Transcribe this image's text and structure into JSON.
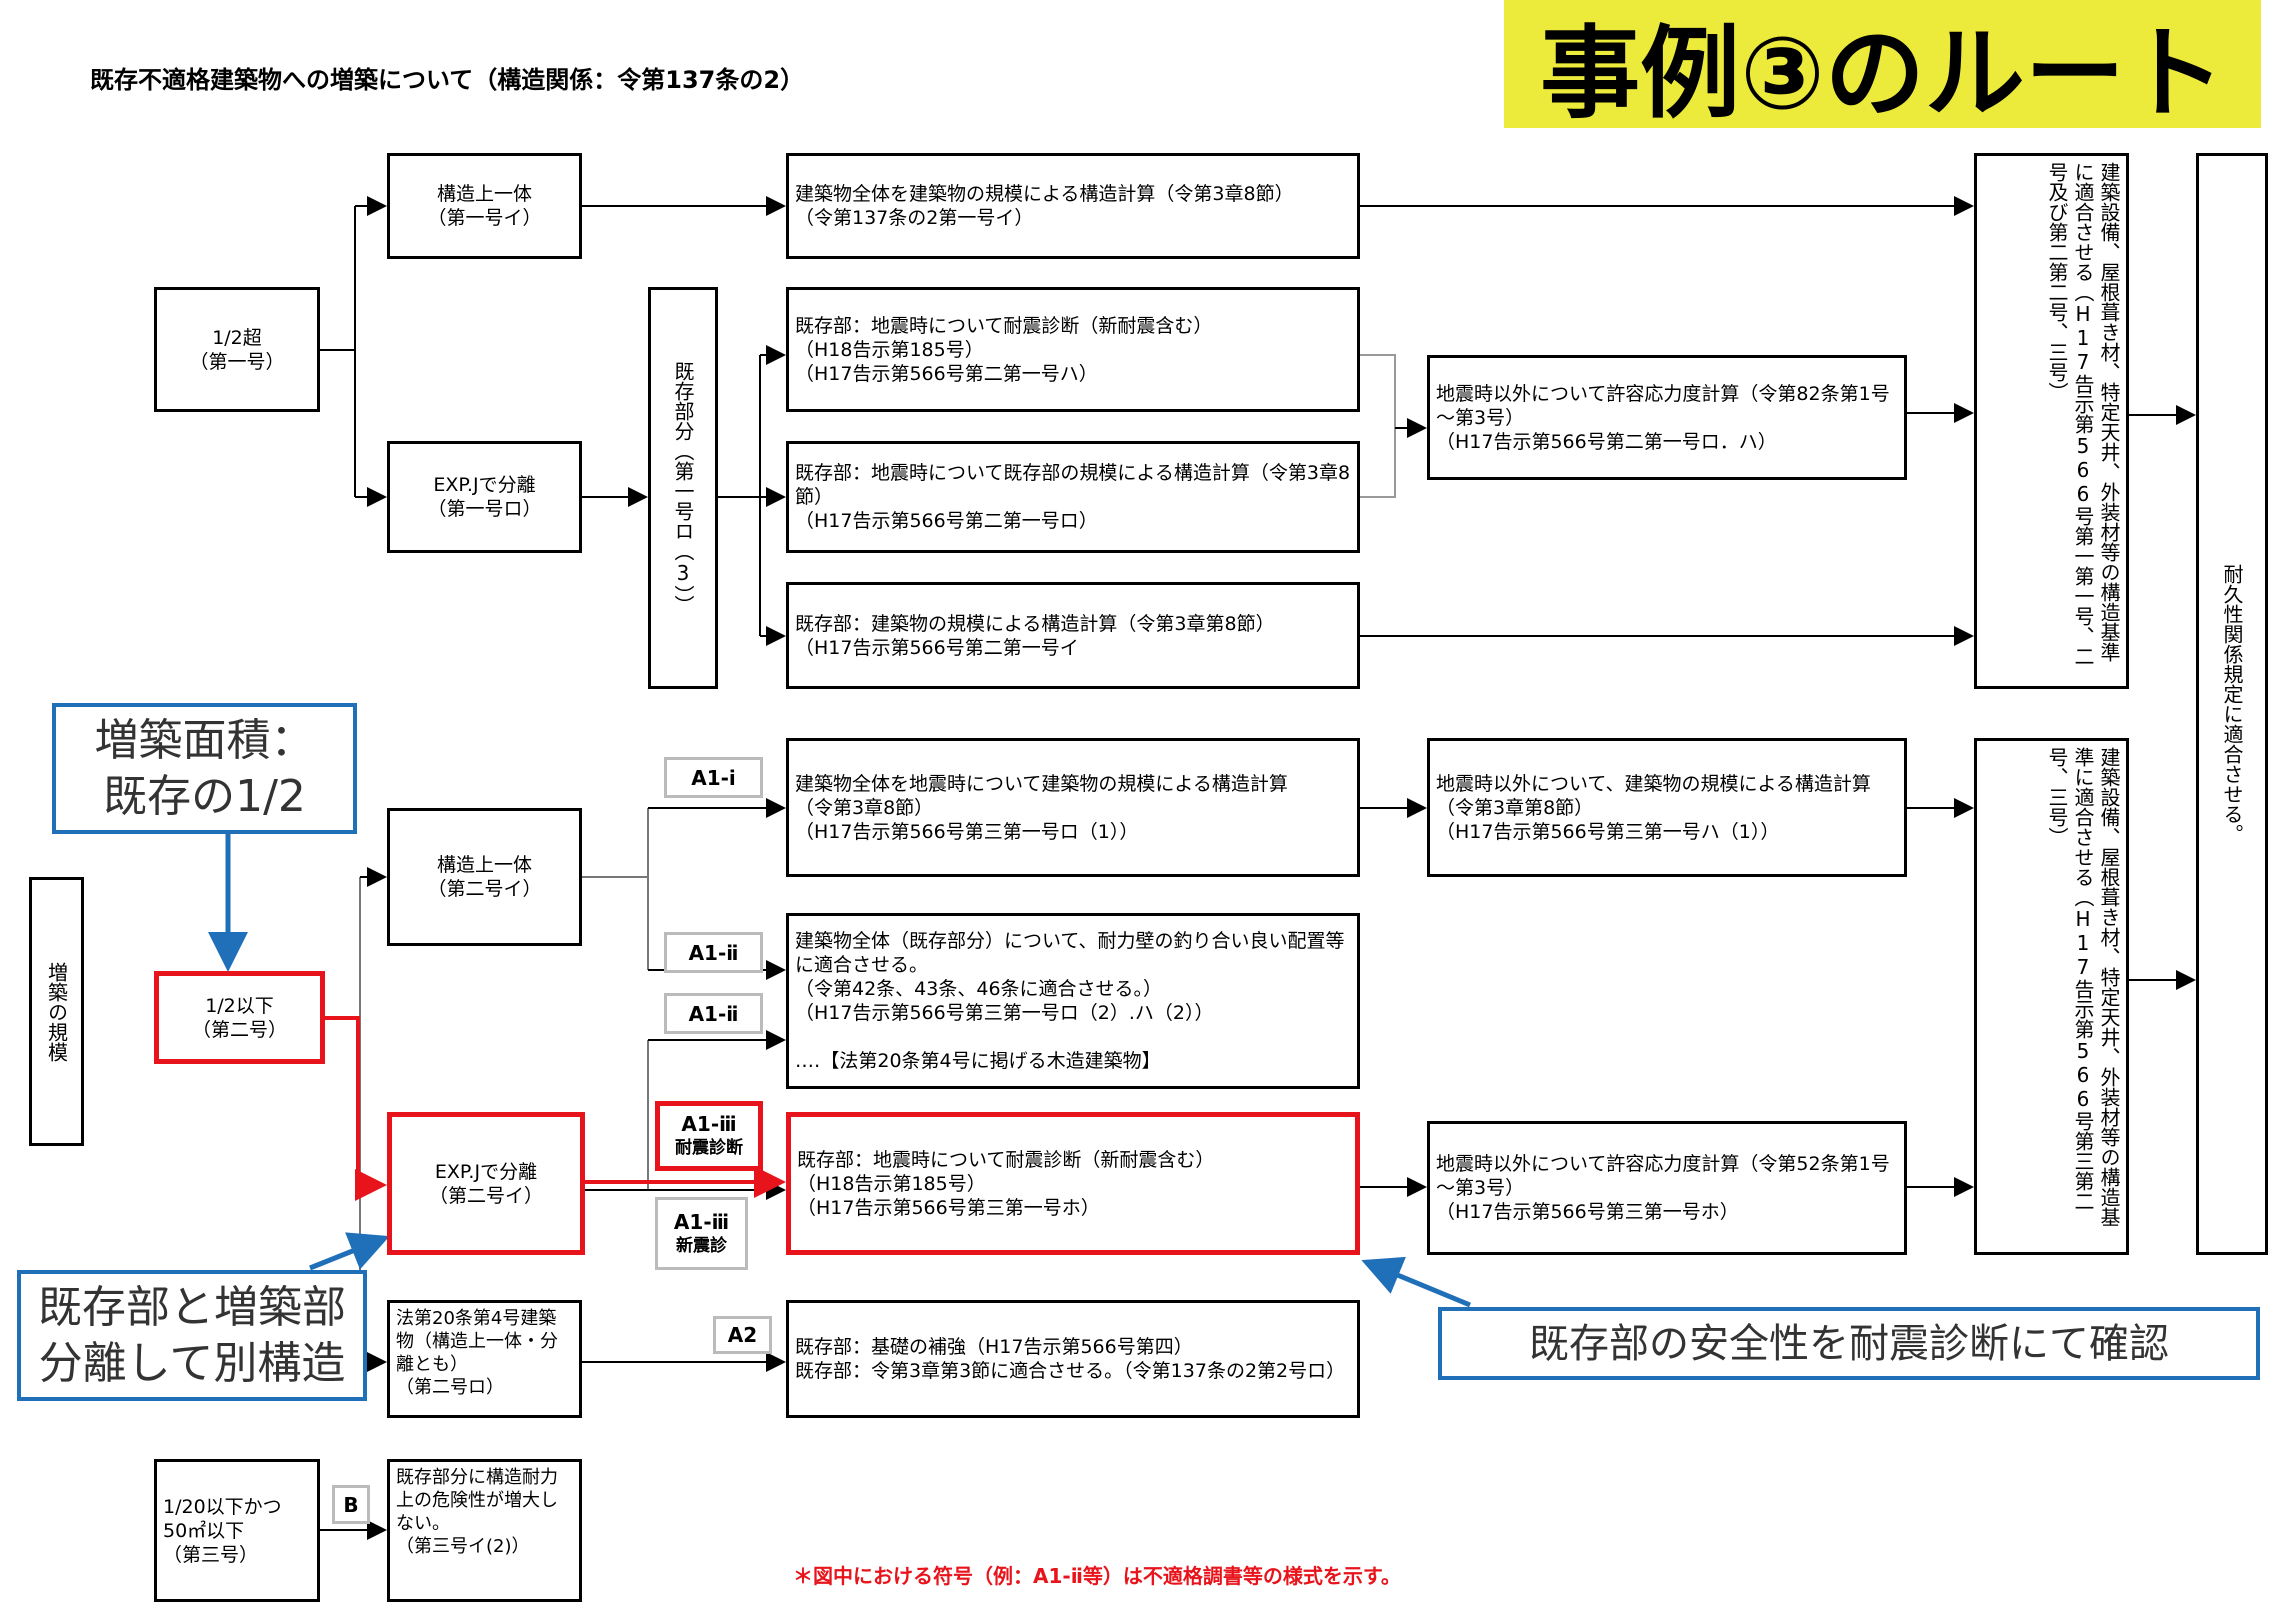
{
  "title": "既存不適格建築物への増築について（構造関係：令第137条の2）",
  "banner": {
    "text": "事例③のルート",
    "color": "#ecea3a"
  },
  "colors": {
    "highlight": "#e8141c",
    "callout": "#1f6fb9"
  },
  "left": {
    "scale_label": "増築の規模",
    "over_half": "1/2超\n（第一号）",
    "half_or_less": "1/2以下\n（第二号）",
    "small": "1/20以下かつ\n50㎡以下\n（第三号）"
  },
  "col2": {
    "integral1": "構造上一体\n（第一号イ）",
    "expj1": "EXP.Jで分離\n（第一号ロ）",
    "existing_part": "既存部分（第一号ロ（3））",
    "integral2": "構造上一体\n（第二号イ）",
    "expj2": "EXP.Jで分離\n（第二号イ）",
    "law20": "法第20条第4号建築物（構造上一体・分離とも）\n（第二号ロ）",
    "no_risk": "既存部分に構造耐力上の危険性が増大しない。\n（第三号イ(2)）"
  },
  "tags": {
    "a1i": "A1-ⅰ",
    "a1ii_1": "A1-ⅱ",
    "a1ii_2": "A1-ⅱ",
    "a1iii_a": "A1-ⅲ",
    "a1iii_a_sub": "耐震診断",
    "a1iii_b": "A1-ⅲ",
    "a1iii_b_sub": "新震診",
    "a2": "A2",
    "b": "B"
  },
  "col3": {
    "whole1": "建築物全体を建築物の規模による構造計算（令第3章8節）\n（令第137条の2第一号イ）",
    "diag1": "既存部：地震時について耐震診断（新耐震含む）\n（H18告示第185号）\n（H17告示第566号第二第一号ハ）",
    "scale_calc": "既存部：地震時について既存部の規模による構造計算（令第3章8節）\n（H17告示第566号第二第一号ロ）",
    "bldg_calc": "既存部：建築物の規模による構造計算（令第3章第8節）\n（H17告示第566号第二第一号イ",
    "whole2": "建築物全体を地震時について建築物の規模による構造計算\n（令第3章8節）\n（H17告示第566号第三第一号ロ（1））",
    "walls": "建築物全体（既存部分）について、耐力壁の釣り合い良い配置等に適合させる。\n（令第42条、43条、46条に適合させる。）\n（H17告示第566号第三第一号ロ（2）.ハ（2））\n\n‥‥【法第20条第4号に掲げる木造建築物】",
    "diag2": "既存部：地震時について耐震診断（新耐震含む）\n（H18告示第185号）\n（H17告示第566号第三第一号ホ）",
    "foundation": "既存部：基礎の補強（H17告示第566号第四）\n既存部：令第3章第3節に適合させる。（令第137条の2第2号ロ）"
  },
  "col4": {
    "allow82": "地震時以外について許容応力度計算（令第82条第1号～第3号）\n（H17告示第566号第二第一号ロ．ハ）",
    "scale_non_eq": "地震時以外について、建築物の規模による構造計算（令第3章第8節）\n（H17告示第566号第三第一号ハ（1））",
    "allow52": "地震時以外について許容応力度計算（令第52条第1号～第3号）\n（H17告示第566号第三第一号ホ）"
  },
  "col5": {
    "equip1": "建築設備、屋根葺き材、特定天井、外装材等の構造基準に適合させる（H17告示第566号第一第一号、二号及び第二第二号、三号）",
    "equip2": "建築設備、屋根葺き材、特定天井、外装材等の構造基準に適合させる（H17告示第566号第三第二号、三号）",
    "durability": "耐久性関係規定に適合させる。"
  },
  "callouts": {
    "area": "増築面積：\n既存の1/2",
    "separate": "既存部と増築部\n分離して別構造",
    "safety": "既存部の安全性を耐震診断にて確認"
  },
  "footnote": "＊図中における符号（例：A1-ⅱ等）は不適格調書等の様式を示す。"
}
